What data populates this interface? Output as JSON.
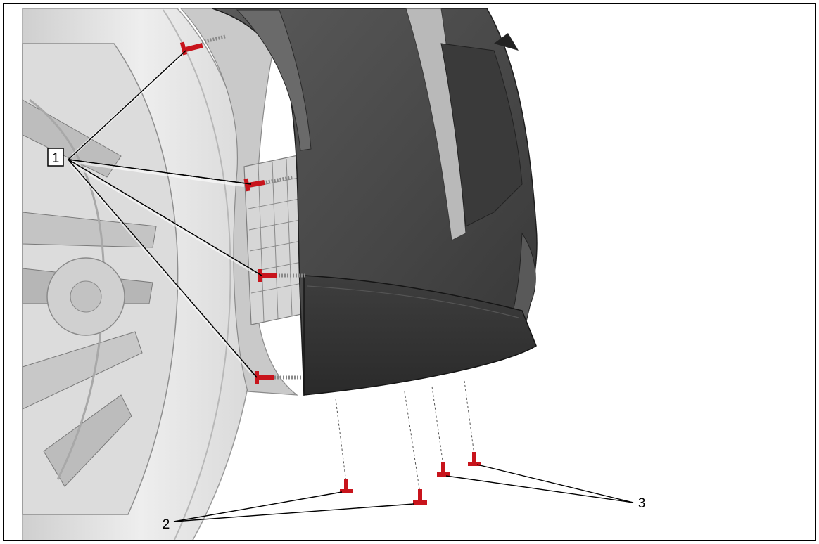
{
  "diagram": {
    "callouts": [
      {
        "id": "c1",
        "label": "1",
        "boxed": true
      },
      {
        "id": "c2",
        "label": "2",
        "boxed": false
      },
      {
        "id": "c3",
        "label": "3",
        "boxed": false
      }
    ],
    "colors": {
      "fastener": "#c8141c",
      "fascia": "#4a4a4a",
      "fascia_shadow": "#2e2e2e",
      "tire": "#e6e6e6",
      "wheel": "#d4d4d4",
      "background": "#ffffff"
    }
  }
}
